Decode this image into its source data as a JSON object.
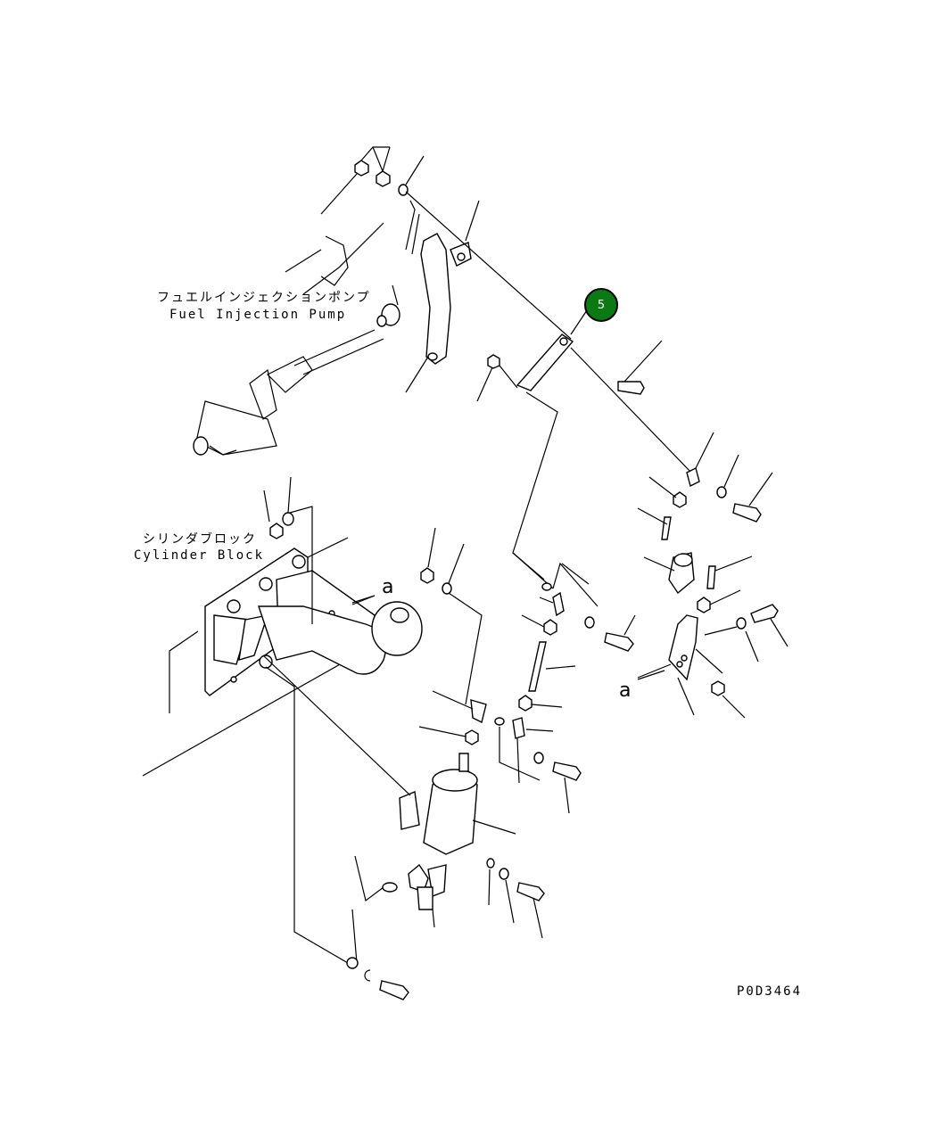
{
  "labels": {
    "fuel_pump_jp": "フュエルインジェクションポンプ",
    "fuel_pump_en": "Fuel Injection Pump",
    "cyl_block_jp": "シリンダブロック",
    "cyl_block_en": "Cylinder Block",
    "view_a_1": "a",
    "view_a_2": "a"
  },
  "callout": {
    "number": "5",
    "color": "#0b7a14"
  },
  "drawing_code": "P0D3464"
}
